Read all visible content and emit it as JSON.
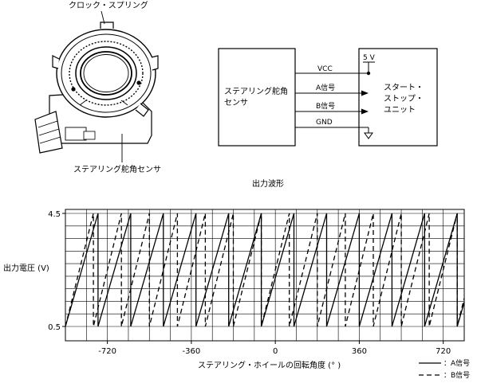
{
  "sensor_figure": {
    "clock_spring_label": "クロック・スプリング",
    "sensor_label": "ステアリング舵角センサ"
  },
  "block_diagram": {
    "sensor_box_label": [
      "ステアリング舵角",
      "センサ"
    ],
    "unit_box_label": [
      "スタート・",
      "ストップ・",
      "ユニット"
    ],
    "supply_label": "5 V",
    "lines": [
      {
        "label": "VCC"
      },
      {
        "label": "A信号"
      },
      {
        "label": "B信号"
      },
      {
        "label": "GND"
      }
    ]
  },
  "chart_data": {
    "type": "line",
    "title": "出力波形",
    "xlabel": "ステアリング・ホイールの回転角度 (° )",
    "ylabel": "出力電圧 (V)",
    "xlim": [
      -900,
      810
    ],
    "ylim": [
      0.5,
      4.5
    ],
    "xticks": [
      -720,
      -360,
      0,
      360,
      720
    ],
    "yticks": [
      0.5,
      4.5
    ],
    "grid": true,
    "legend_position": "bottom-right",
    "series": [
      {
        "name": "A信号",
        "style": "solid",
        "period_deg": 140,
        "x_at_min": -900,
        "min": 0.5,
        "max": 4.5,
        "wave": "sawtooth"
      },
      {
        "name": "B信号",
        "style": "dashed",
        "period_deg": 120,
        "x_at_min": -900,
        "min": 0.5,
        "max": 4.5,
        "wave": "sawtooth"
      }
    ],
    "legend": [
      {
        "label": "：A信号",
        "style": "solid"
      },
      {
        "label": "：B信号",
        "style": "dashed"
      }
    ]
  }
}
